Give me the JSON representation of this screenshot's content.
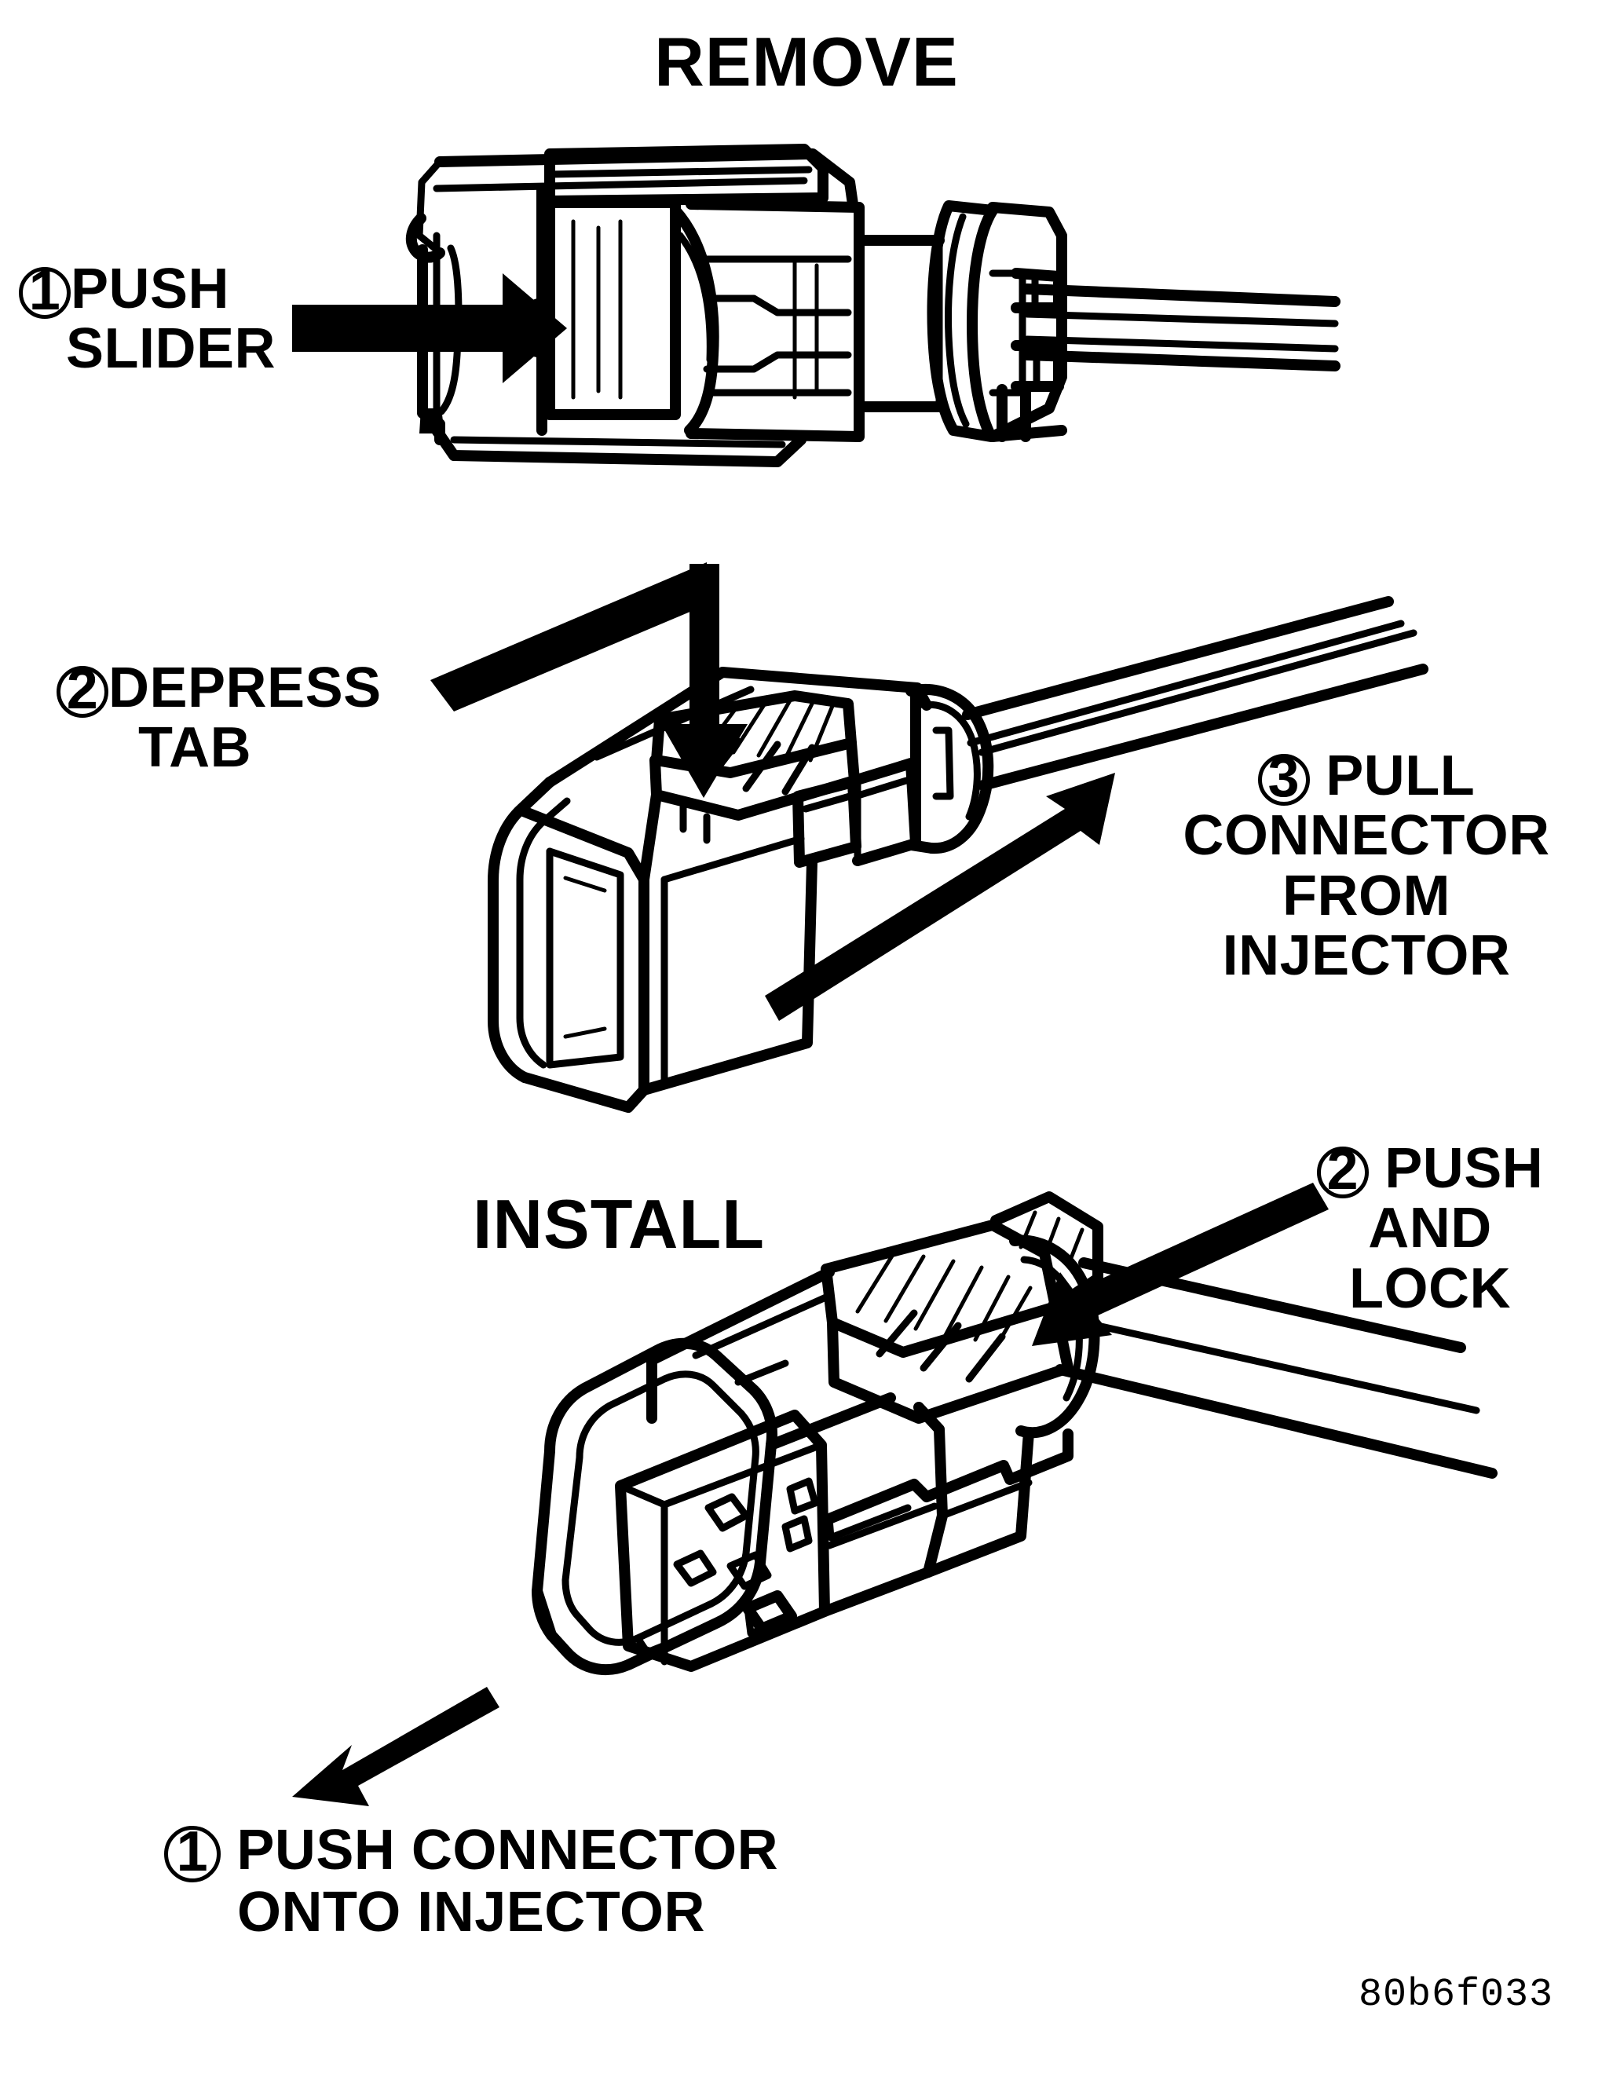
{
  "document": {
    "kind": "service-manual-illustration",
    "subject": "Fuel injector electrical connector removal and installation",
    "figure_id": "80b6f033",
    "ink_color": "#000000",
    "background_color": "#ffffff"
  },
  "sections": [
    {
      "id": "remove",
      "title": "REMOVE",
      "steps": [
        {
          "number": "1",
          "lines": [
            "PUSH",
            "SLIDER"
          ],
          "arrow": "straight-right-arrow"
        },
        {
          "number": "2",
          "lines": [
            "DEPRESS",
            "TAB"
          ],
          "arrow": "elbow-down-arrow"
        },
        {
          "number": "3",
          "lines": [
            "PULL",
            "CONNECTOR",
            "FROM",
            "INJECTOR"
          ],
          "arrow": "diagonal-up-right-arrow"
        }
      ]
    },
    {
      "id": "install",
      "title": "INSTALL",
      "steps": [
        {
          "number": "1",
          "lines": [
            "PUSH CONNECTOR",
            "ONTO INJECTOR"
          ],
          "arrow": "diagonal-down-left-arrow"
        },
        {
          "number": "2",
          "lines": [
            "PUSH",
            "AND",
            "LOCK"
          ],
          "arrow": "diagonal-down-left-pointer-arrow"
        }
      ]
    }
  ],
  "labels": {
    "title_remove": "REMOVE",
    "title_install": "INSTALL",
    "step1_remove_num": "1",
    "step1_remove_line1": "PUSH",
    "step1_remove_line2": "SLIDER",
    "step2_remove_num": "2",
    "step2_remove_line1": "DEPRESS",
    "step2_remove_line2": "TAB",
    "step3_remove_num": "3",
    "step3_remove_line1": "PULL",
    "step3_remove_line2": "CONNECTOR",
    "step3_remove_line3": "FROM",
    "step3_remove_line4": "INJECTOR",
    "step1_install_num": "1",
    "step1_install_line1": "PUSH CONNECTOR",
    "step1_install_line2": "ONTO INJECTOR",
    "step2_install_num": "2",
    "step2_install_line1": "PUSH",
    "step2_install_line2": "AND",
    "step2_install_line3": "LOCK",
    "figure_id": "80b6f033"
  },
  "illustrations": [
    {
      "name": "connector-side-view-with-slider",
      "section": "remove",
      "description": "Side elevation of fuel injector connector with slider lock and two wires exiting right"
    },
    {
      "name": "connector-three-quarter-view-tab",
      "section": "remove",
      "description": "Three-quarter isometric view of connector body with release tab on top and two wires exiting upper right"
    },
    {
      "name": "connector-install-three-quarter-view",
      "section": "install",
      "description": "Three-quarter isometric view of connector with terminal cavities visible, angled down-left"
    }
  ]
}
